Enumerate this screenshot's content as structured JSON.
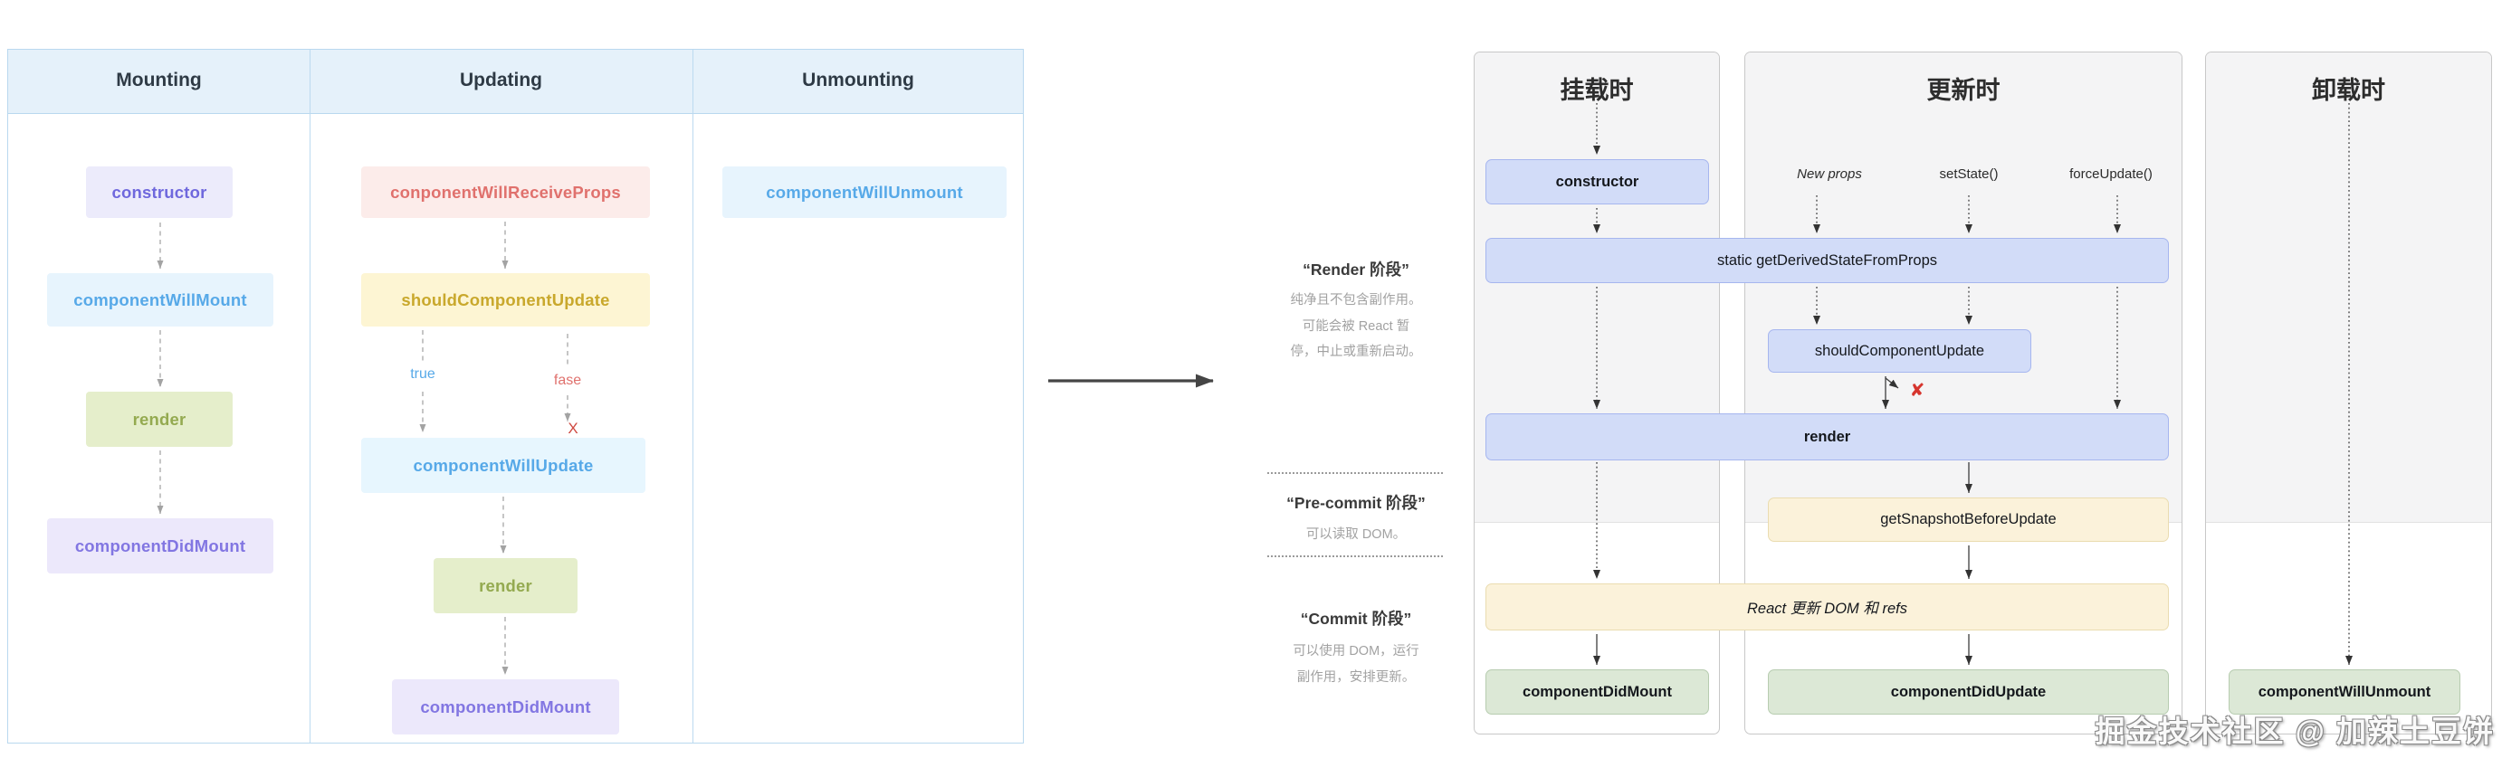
{
  "palette": {
    "legacy_header_bg": "#e5f1fa",
    "legacy_border": "#b9d8ef",
    "legacy_purple_bg": "#ecebfb",
    "legacy_purple_text": "#6f68dd",
    "legacy_blue_bg": "#e7f4fd",
    "legacy_blue_text": "#57a9e8",
    "legacy_green_bg": "#e5eecb",
    "legacy_green_text": "#94aa50",
    "legacy_lavender_bg": "#ece8fb",
    "legacy_lavender_text": "#8276e2",
    "legacy_pink_bg": "#fcecea",
    "legacy_pink_text": "#e0716d",
    "legacy_yellow_bg": "#fdf5d3",
    "legacy_yellow_text": "#c9a82c",
    "modern_blue_bg": "#d2dcf8",
    "modern_blue_border": "#a6b6ef",
    "modern_cream_bg": "#fbf2da",
    "modern_cream_border": "#eadcb0",
    "modern_green_bg": "#dce8d6",
    "modern_green_border": "#b7ccb0",
    "modern_panel_bg": "#f4f4f5",
    "modern_panel_border": "#c8c8c8",
    "blocked_red": "#d6352e",
    "arrow_gray": "#b7b7b7",
    "arrow_dark": "#3d3d3d"
  },
  "legacy": {
    "headers": [
      "Mounting",
      "Updating",
      "Unmounting"
    ],
    "mounting": {
      "constructor": "constructor",
      "will_mount": "componentWillMount",
      "render": "render",
      "did_mount": "componentDidMount"
    },
    "updating": {
      "receive_props": "conponentWillReceiveProps",
      "should_update": "shouldComponentUpdate",
      "true_label": "true",
      "false_label": "fase",
      "blocked_mark": "X",
      "will_update": "componentWillUpdate",
      "render": "render",
      "did_mount": "componentDidMount"
    },
    "unmounting": {
      "will_unmount": "componentWillUnmount"
    }
  },
  "annotations": {
    "render_phase": {
      "title": "“Render 阶段”",
      "desc_line1": "纯净且不包含副作用。",
      "desc_line2": "可能会被 React 暂",
      "desc_line3": "停，中止或重新启动。"
    },
    "pre_commit_phase": {
      "title": "“Pre-commit 阶段”",
      "desc": "可以读取 DOM。"
    },
    "commit_phase": {
      "title": "“Commit 阶段”",
      "desc_line1": "可以使用 DOM，运行",
      "desc_line2": "副作用，安排更新。"
    }
  },
  "modern": {
    "mount_panel": {
      "title": "挂载时",
      "constructor": "constructor",
      "did_mount": "componentDidMount"
    },
    "update_panel": {
      "title": "更新时",
      "new_props": "New props",
      "set_state": "setState()",
      "force_update": "forceUpdate()",
      "should_update": "shouldComponentUpdate",
      "get_snapshot": "getSnapshotBeforeUpdate",
      "did_update": "componentDidUpdate",
      "blocked_mark": "✘"
    },
    "bridge": {
      "get_derived": "static getDerivedStateFromProps",
      "render": "render",
      "react_updates": "React 更新 DOM 和 refs"
    },
    "unmount_panel": {
      "title": "卸载时",
      "will_unmount": "componentWillUnmount"
    }
  },
  "watermark": "掘金技术社区 @ 加辣土豆饼"
}
